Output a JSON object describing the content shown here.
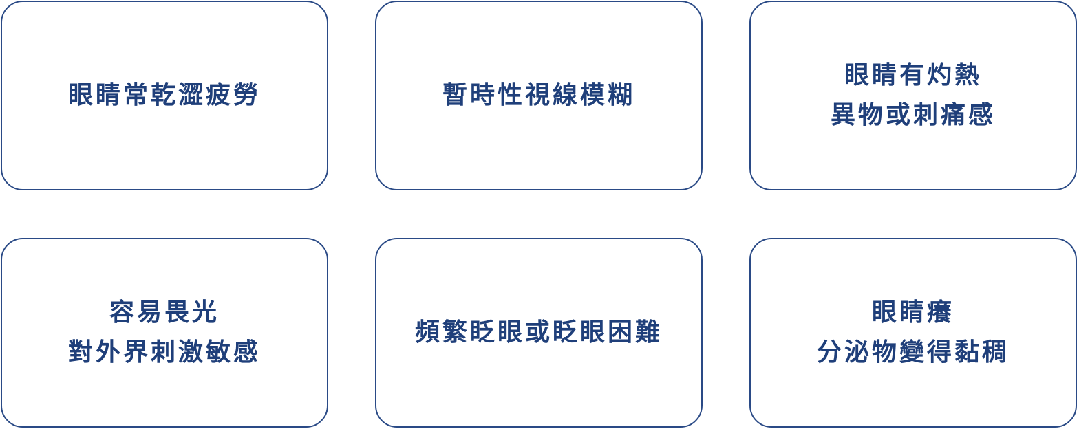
{
  "cards": [
    {
      "lines": [
        "眼睛常乾澀疲勞"
      ]
    },
    {
      "lines": [
        "暫時性視線模糊"
      ]
    },
    {
      "lines": [
        "眼睛有灼熱",
        "異物或刺痛感"
      ]
    },
    {
      "lines": [
        "容易畏光",
        "對外界刺激敏感"
      ]
    },
    {
      "lines": [
        "頻繁眨眼或眨眼困難"
      ]
    },
    {
      "lines": [
        "眼睛癢",
        "分泌物變得黏稠"
      ]
    }
  ],
  "colors": {
    "border": "#2a4a86",
    "text": "#1f3f7a",
    "background": "#ffffff"
  }
}
